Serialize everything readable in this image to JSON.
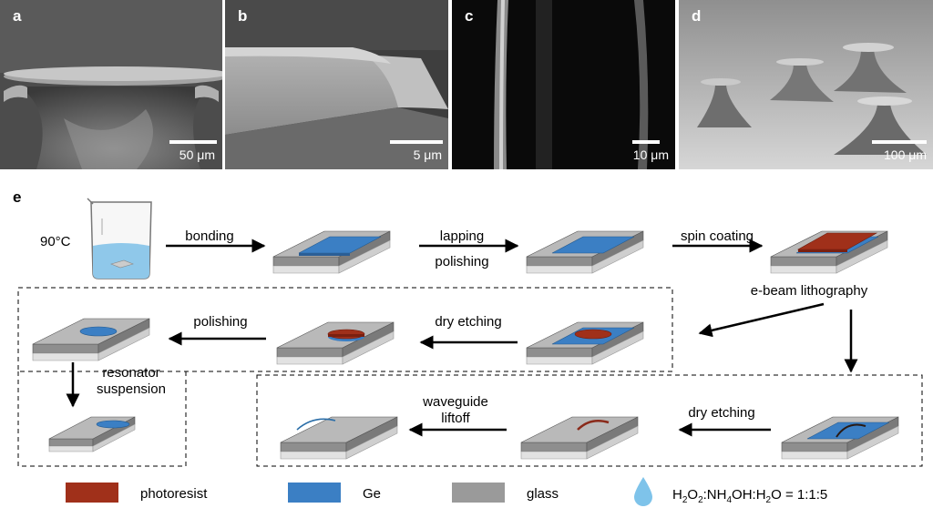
{
  "panels": [
    {
      "label": "a",
      "scale": "50 μm"
    },
    {
      "label": "b",
      "scale": "5 μm"
    },
    {
      "label": "c",
      "scale": "10 μm"
    },
    {
      "label": "d",
      "scale": "100 μm"
    }
  ],
  "figure_e": {
    "label": "e",
    "temperature": "90°C",
    "steps": {
      "bonding": "bonding",
      "lapping": "lapping",
      "polishing_1": "polishing",
      "spin_coating": "spin coating",
      "ebeam": "e-beam lithography",
      "dry_etching_1": "dry etching",
      "polishing_2": "polishing",
      "resonator_1": "resonator",
      "resonator_2": "suspension",
      "dry_etching_2": "dry etching",
      "waveguide_1": "waveguide",
      "waveguide_2": "liftoff"
    }
  },
  "legend": [
    {
      "name": "photoresist",
      "color": "#a0301a"
    },
    {
      "name": "Ge",
      "color": "#3b7fc4"
    },
    {
      "name": "glass",
      "color": "#9a9a9a"
    }
  ],
  "etchant": {
    "icon": "water-drop-icon"
  },
  "colors": {
    "photoresist": "#a0301a",
    "ge": "#3b7fc4",
    "glass_top": "#b9b9b9",
    "glass_side": "#8e8e8e",
    "substrate": "#e2e2e2"
  }
}
